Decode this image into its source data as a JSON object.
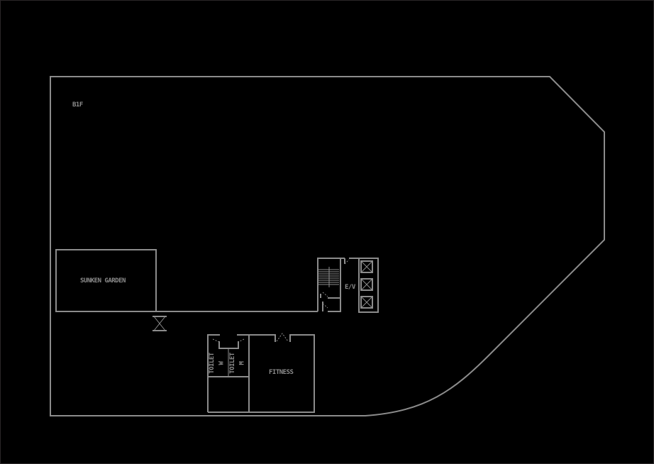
{
  "floor": {
    "level_label": "B1F",
    "line_color": "#8c8c8c",
    "background_color": "#000000"
  },
  "rooms": {
    "sunken_garden": "SUNKEN GARDEN",
    "elevator": "E/V",
    "toilet_women": "TOILET",
    "toilet_women_sub": "W",
    "toilet_men": "TOILET",
    "toilet_men_sub": "M",
    "fitness": "FITNESS"
  }
}
